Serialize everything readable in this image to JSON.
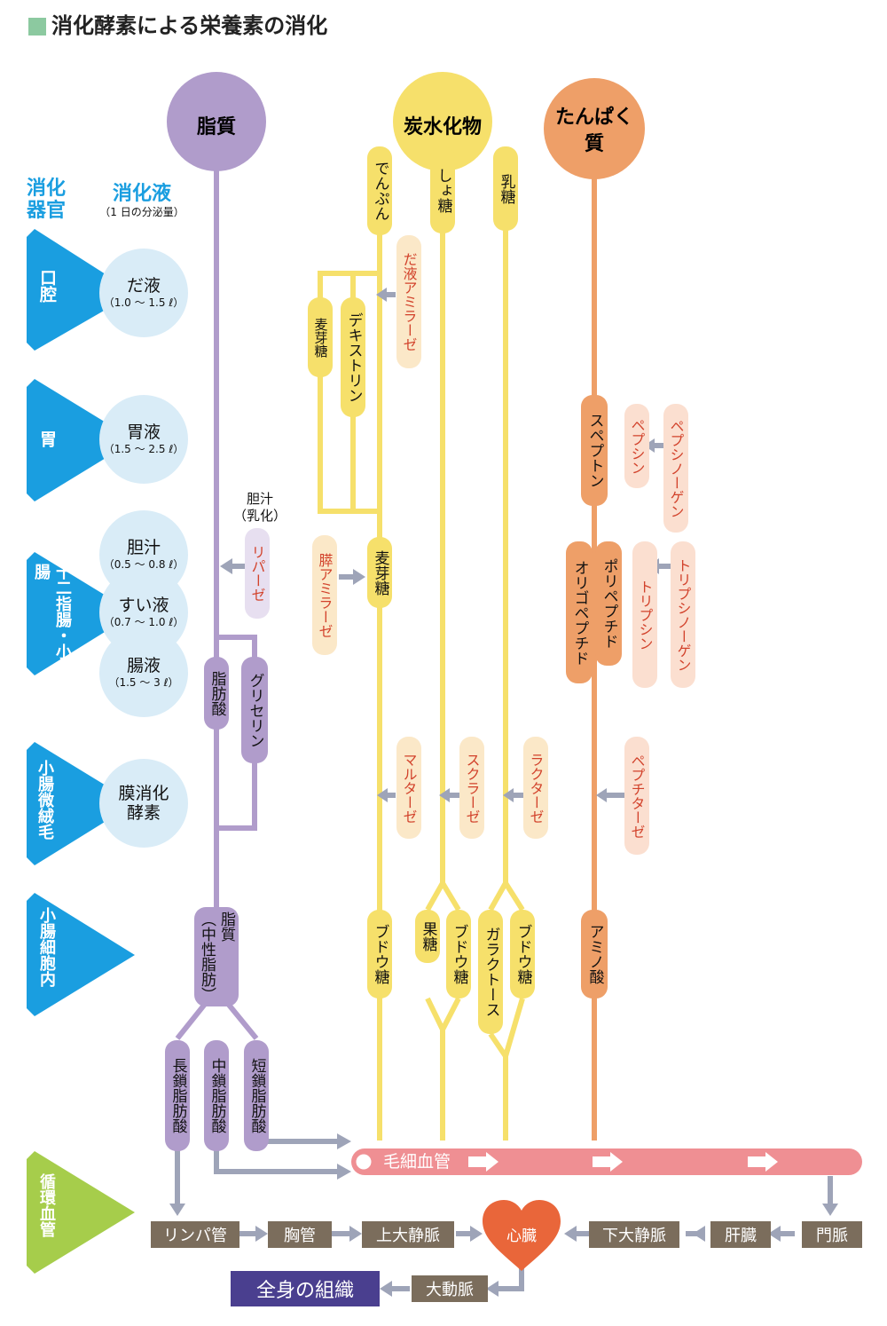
{
  "title": "消化酵素による栄養素の消化",
  "colors": {
    "title_square": "#8cc9a0",
    "lipid": "#b09ccb",
    "carb": "#f6e06b",
    "protein": "#ee9f68",
    "blood": "#ef8f93",
    "organ_blue": "#1a9ee0",
    "organ_green": "#a6cd4b",
    "bubble": "#d9ecf7",
    "box": "#7b6d5c",
    "tissue": "#4a3f8f",
    "heart": "#e9663a",
    "enzyme_text": "#d2422b",
    "arrow": "#9ea4b8"
  },
  "headers": {
    "organ": "消化\n器官",
    "fluid": "消化液",
    "fluid_sub": "（1 日の分泌量）"
  },
  "nutrients": {
    "lipid": "脂質",
    "carb": "炭水化物",
    "protein": "たんぱく\n質"
  },
  "organs": [
    {
      "name": "口腔",
      "fluid": "だ液",
      "amount": "（1.0 ～ 1.5 ℓ）"
    },
    {
      "name": "胃",
      "fluid": "胃液",
      "amount": "（1.5 ～ 2.5 ℓ）"
    },
    {
      "name": "十二指腸・小腸",
      "fluids": [
        {
          "fluid": "胆汁",
          "amount": "（0.5 ～ 0.8 ℓ）"
        },
        {
          "fluid": "すい液",
          "amount": "（0.7 ～ 1.0 ℓ）"
        },
        {
          "fluid": "腸液",
          "amount": "（1.5 ～ 3 ℓ）"
        }
      ]
    },
    {
      "name": "小腸微絨毛",
      "fluid": "膜消化\n酵素"
    },
    {
      "name": "小腸細胞内"
    },
    {
      "name": "循環血管"
    }
  ],
  "bile_note": "胆汁\n（乳化）",
  "carb_items": {
    "starch": "でんぷん",
    "sucrose": "しょ糖",
    "lactose": "乳糖",
    "maltose": "麦芽糖",
    "dextrin": "デキストリン",
    "maltose2": "麦芽糖",
    "glucose": "ブドウ糖",
    "fructose": "果糖",
    "glucose2": "ブドウ糖",
    "galactose": "ガラクトース",
    "glucose3": "ブドウ糖"
  },
  "lipid_items": {
    "fatty_acid": "脂肪酸",
    "glycerin": "グリセリン",
    "neutral_fat": "脂質\n（中性脂肪）",
    "long_chain": "長鎖脂肪酸",
    "medium_chain": "中鎖脂肪酸",
    "short_chain": "短鎖脂肪酸"
  },
  "protein_items": {
    "peptone": "スペプトン",
    "polypeptide": "ポリペプチド",
    "oligopeptide": "オリゴペプチド",
    "amino_acid": "アミノ酸"
  },
  "enzymes": {
    "salivary_amylase": "だ液アミラーゼ",
    "pepsin": "ペプシン",
    "pepsinogen": "ペプシノーゲン",
    "lipase": "リパーゼ",
    "pancreatic_amylase": "膵アミラーゼ",
    "trypsin": "トリプシン",
    "trypsinogen": "トリプシノーゲン",
    "maltase": "マルターゼ",
    "sucrase": "スクラーゼ",
    "lactase": "ラクターゼ",
    "peptidase": "ペプチターゼ"
  },
  "circulation": {
    "capillary": "毛細血管",
    "lymph": "リンパ管",
    "thoracic": "胸管",
    "svc": "上大静脈",
    "heart": "心臓",
    "ivc": "下大静脈",
    "liver": "肝臓",
    "portal": "門脈",
    "aorta": "大動脈",
    "tissue": "全身の組織"
  }
}
